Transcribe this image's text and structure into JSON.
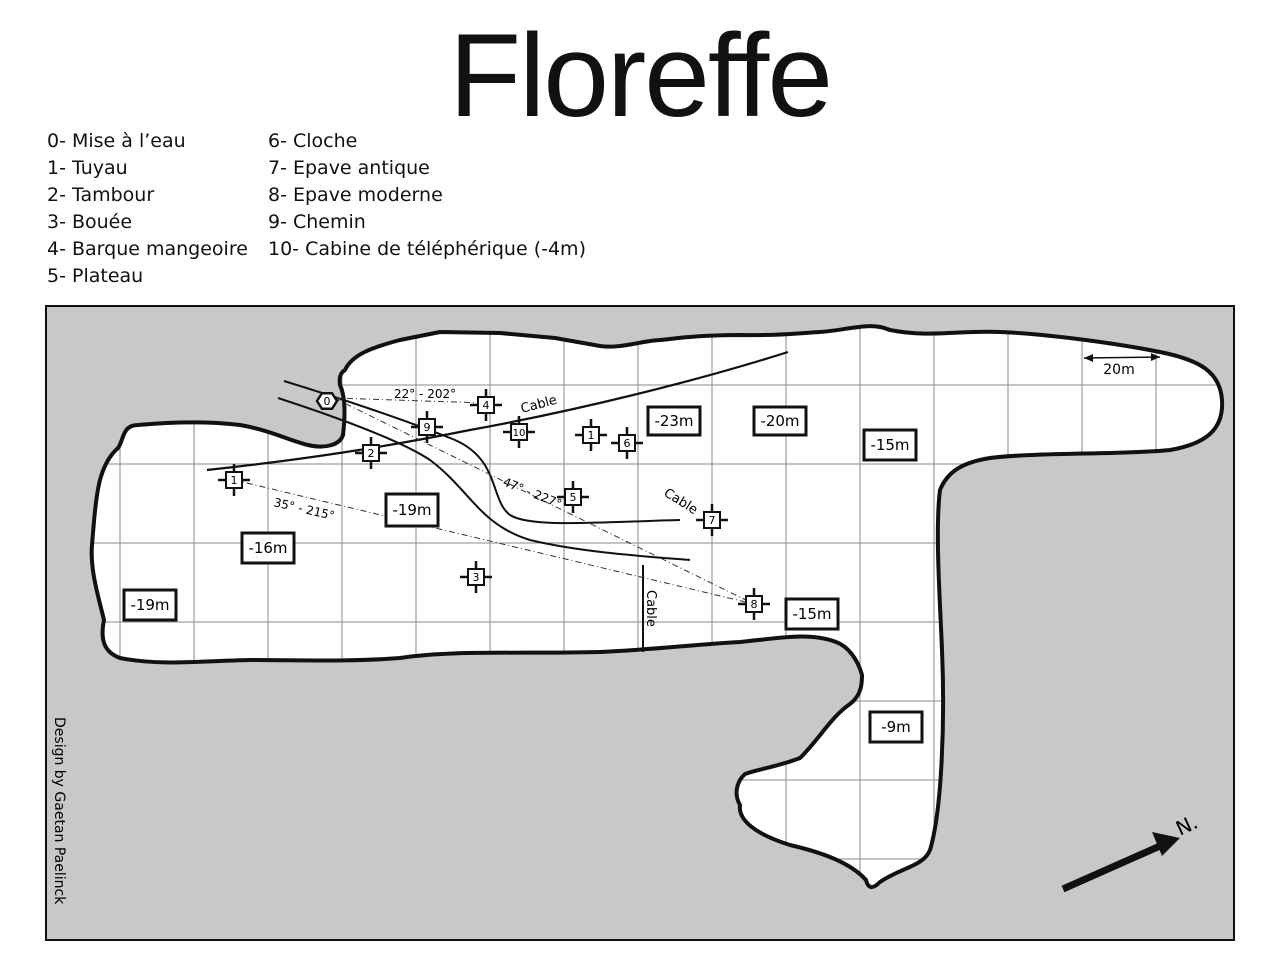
{
  "title": "Floreffe",
  "legend_left": [
    "0- Mise à l’eau",
    "1- Tuyau",
    "2- Tambour",
    "3- Bouée",
    "4- Barque mangeoire",
    "5- Plateau"
  ],
  "legend_right": [
    "6- Cloche",
    "7- Epave antique",
    "8- Epave moderne",
    "9- Chemin",
    "10- Cabine de téléphérique (-4m)"
  ],
  "markers": [
    "0",
    "1",
    "2",
    "3",
    "4",
    "5",
    "6",
    "7",
    "8",
    "9",
    "10",
    "1"
  ],
  "depths": [
    "-23m",
    "-20m",
    "-15m",
    "-19m",
    "-16m",
    "-19m",
    "-15m",
    "-9m"
  ],
  "bearings": [
    "22° - 202°",
    "47° - 227°",
    "35° - 215°"
  ],
  "cable_labels": [
    "Cable",
    "Cable",
    "Cable"
  ],
  "scale": {
    "label": "20m"
  },
  "north": "N.",
  "credit": "Design by Gaetan Paelinck",
  "colors": {
    "water": "#c8c8c8",
    "land": "#ffffff",
    "grid": "#8a8a8a",
    "ink": "#111111"
  }
}
